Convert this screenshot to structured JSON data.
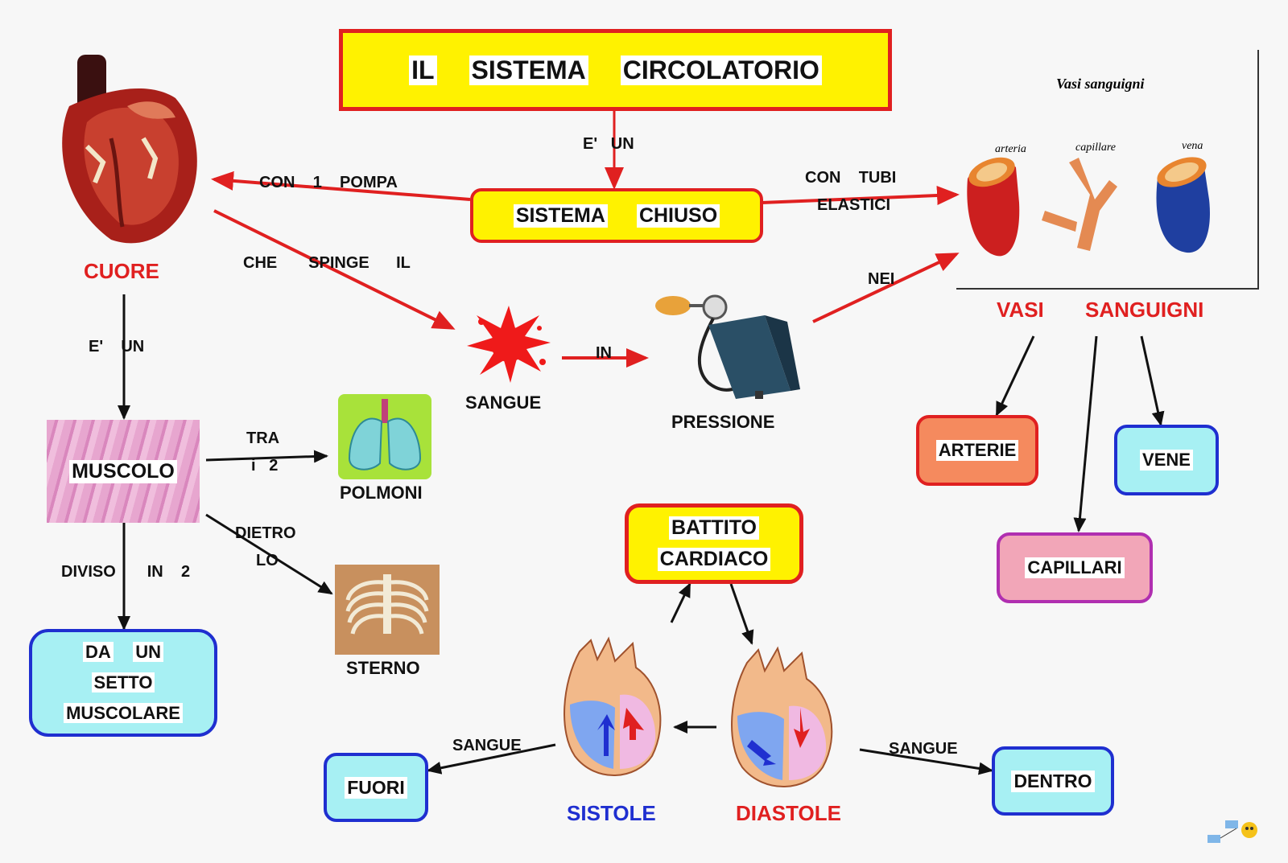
{
  "title": {
    "w1": "IL",
    "w2": "SISTEMA",
    "w3": "CIRCOLATORIO"
  },
  "nodes": {
    "sistema_chiuso": {
      "w1": "SISTEMA",
      "w2": "CHIUSO"
    },
    "cuore": "CUORE",
    "sangue": "SANGUE",
    "pressione": "PRESSIONE",
    "vasi": "VASI",
    "sanguigni": "SANGUIGNI",
    "muscolo": "MUSCOLO",
    "polmoni": "POLMONI",
    "sterno": "STERNO",
    "setto": {
      "l1a": "DA",
      "l1b": "UN",
      "l2": "SETTO",
      "l3": "MUSCOLARE"
    },
    "battito": {
      "l1": "BATTITO",
      "l2": "CARDIACO"
    },
    "sistole": "SISTOLE",
    "diastole": "DIASTOLE",
    "fuori": "FUORI",
    "dentro": "DENTRO",
    "arterie": "ARTERIE",
    "vene": "VENE",
    "capillari": "CAPILLARI"
  },
  "links": {
    "e_un_1": {
      "a": "E'",
      "b": "UN"
    },
    "con_1_pompa": {
      "a": "CON",
      "b": "1",
      "c": "POMPA"
    },
    "con_tubi": {
      "a": "CON",
      "b": "TUBI",
      "c": "ELASTICI"
    },
    "che_spinge": {
      "a": "CHE",
      "b": "SPINGE",
      "c": "IL"
    },
    "in": "IN",
    "nei": "NEI",
    "e_un_2": {
      "a": "E'",
      "b": "UN"
    },
    "tra": {
      "a": "TRA",
      "b": "i",
      "c": "2"
    },
    "dietro": {
      "a": "DIETRO",
      "b": "LO"
    },
    "diviso": {
      "a": "DIVISO",
      "b": "IN",
      "c": "2"
    },
    "sangue_l": "SANGUE",
    "sangue_r": "SANGUE"
  },
  "vasi_image": {
    "title": "Vasi sanguigni",
    "arteria": "arteria",
    "capillare": "capillare",
    "vena": "vena"
  },
  "colors": {
    "red": "#e02020",
    "blue": "#1f2fd0",
    "yellow": "#fff200",
    "cyan": "#a7f0f3"
  }
}
